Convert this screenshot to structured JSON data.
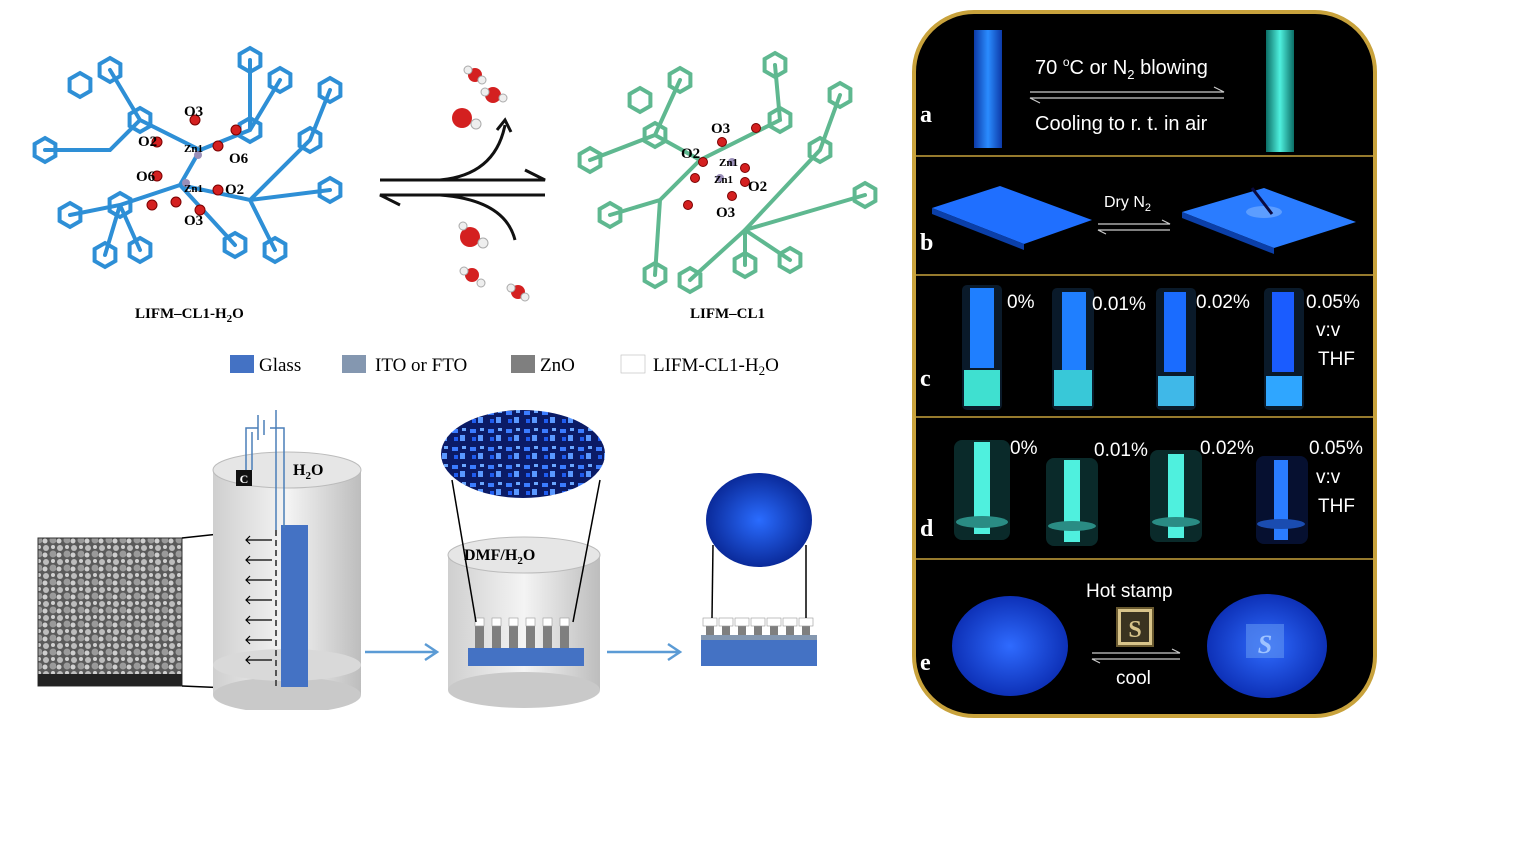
{
  "molecules": {
    "left_title": "LIFM–CL1-H",
    "left_title_sub": "2",
    "left_title_tail": "O",
    "right_title": "LIFM–CL1",
    "left_atoms": [
      "O3",
      "O2",
      "Zn1",
      "O6",
      "O6",
      "Zn1",
      "O2",
      "O3"
    ],
    "right_atoms": [
      "O3",
      "O2",
      "Zn1",
      "Zn1",
      "O2",
      "O3"
    ]
  },
  "legend": {
    "items": [
      {
        "label": "Glass",
        "color": "#4472c4"
      },
      {
        "label": "ITO or FTO",
        "color": "#8497b0"
      },
      {
        "label": "ZnO",
        "color": "#7f7f7f"
      },
      {
        "label": "LIFM-CL1-H",
        "sub": "2",
        "tail": "O",
        "color": "#ffffff"
      }
    ]
  },
  "process": {
    "electrode_label": "C",
    "beaker1_label": "H",
    "beaker1_sub": "2",
    "beaker1_tail": "O",
    "beaker2_label": "DMF/H",
    "beaker2_sub": "2",
    "beaker2_tail": "O"
  },
  "panels": {
    "a": {
      "letter": "a",
      "top_text": "70 ",
      "top_sup": "o",
      "top_tail": "C or N",
      "top_sub": "2",
      "top_end": " blowing",
      "bottom_text": "Cooling to r. t. in air"
    },
    "b": {
      "letter": "b",
      "text": "Dry N",
      "sub": "2"
    },
    "c": {
      "letter": "c",
      "labels": [
        "0%",
        "0.01%",
        "0.02%",
        "0.05%"
      ],
      "ratio": "v:v",
      "solvent": "THF"
    },
    "d": {
      "letter": "d",
      "labels": [
        "0%",
        "0.01%",
        "0.02%",
        "0.05%"
      ],
      "ratio": "v:v",
      "solvent": "THF"
    },
    "e": {
      "letter": "e",
      "top_text": "Hot stamp",
      "bottom_text": "cool",
      "stamp_letter": "S"
    }
  },
  "colors": {
    "mof_blue": "#2e8fd6",
    "mof_green": "#5fb890",
    "glow_blue": "#1e6cff",
    "glow_cyan": "#3fe0d0",
    "panel_border": "#c8a23c",
    "arrow_blue": "#5b9bd5"
  }
}
